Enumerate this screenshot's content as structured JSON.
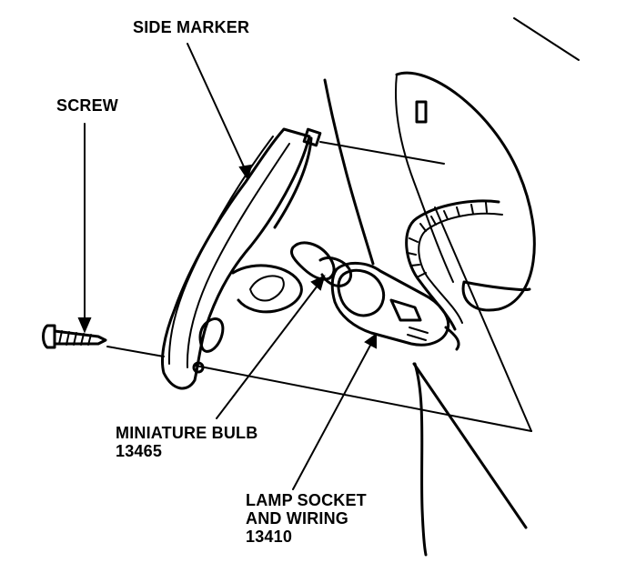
{
  "callouts": {
    "side_marker": "SIDE MARKER",
    "screw": "SCREW",
    "miniature_bulb": {
      "line1": "MINIATURE BULB",
      "line2": "13465"
    },
    "lamp_socket": {
      "line1": "LAMP SOCKET",
      "line2": "AND WIRING",
      "line3": "13410"
    }
  }
}
